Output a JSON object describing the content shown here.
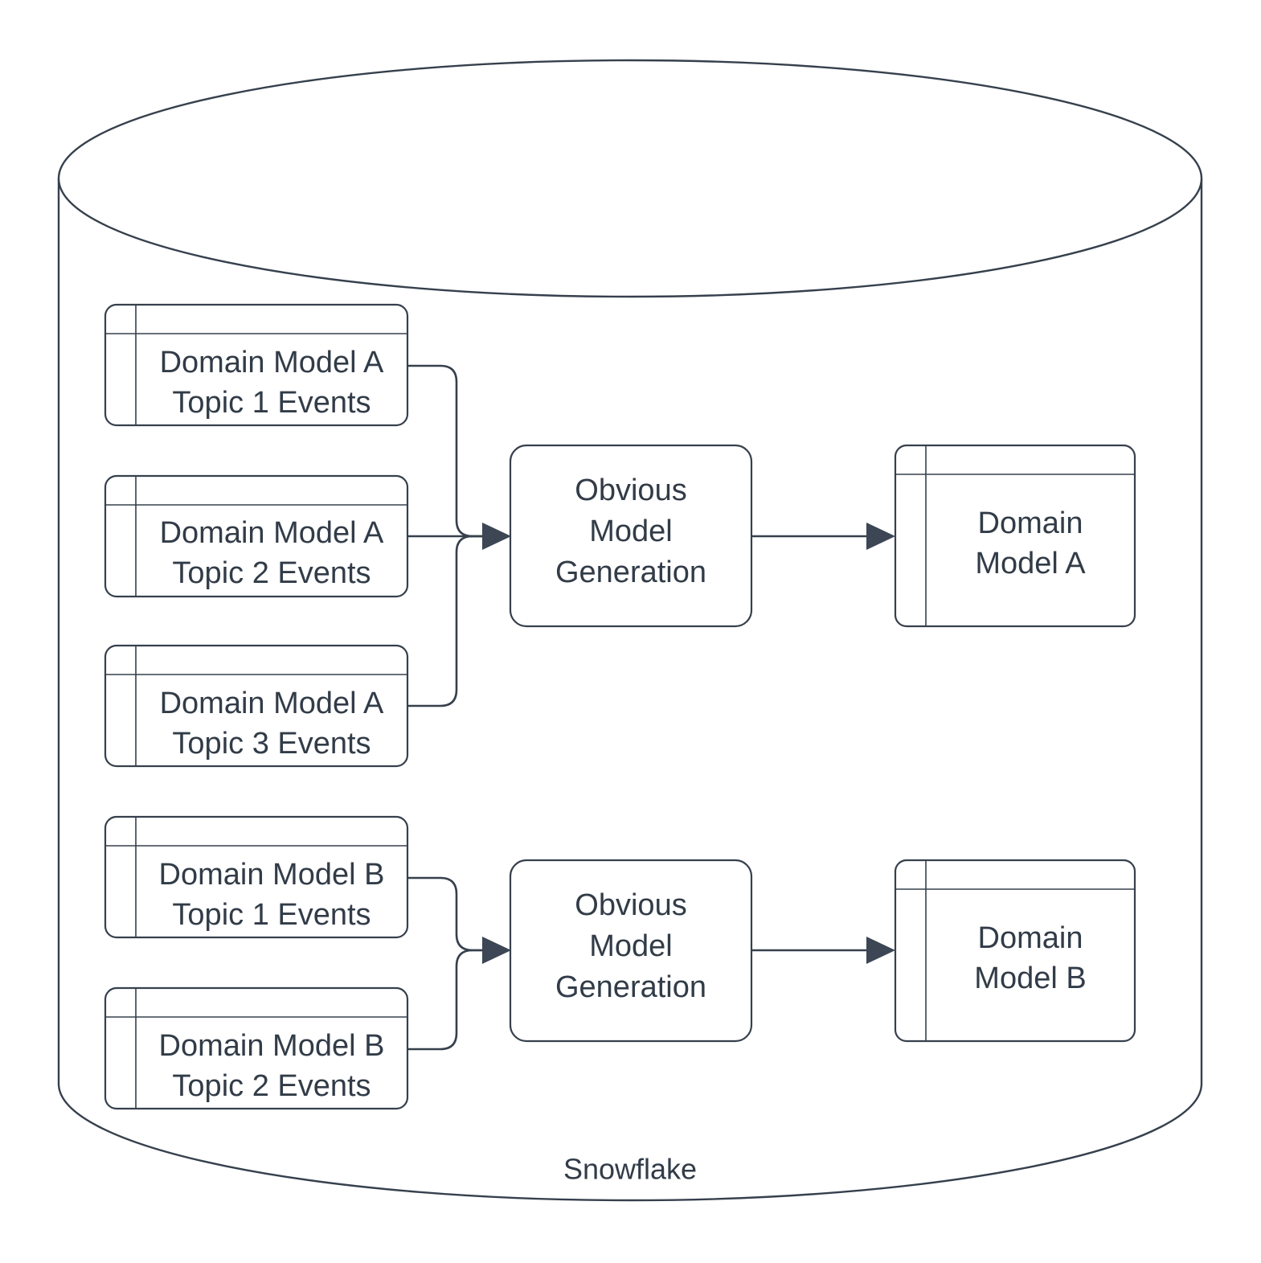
{
  "diagram": {
    "title": "Snowflake",
    "container": {
      "label": "Snowflake",
      "shape": "cylinder",
      "stroke_color": "#36404d",
      "fill_color": "#ffffff"
    },
    "text_color": "#323c48",
    "nodes": {
      "source_tables": [
        {
          "id": "a-topic-1",
          "line1": "Domain Model A",
          "line2": "Topic 1 Events",
          "shape": "table"
        },
        {
          "id": "a-topic-2",
          "line1": "Domain Model A",
          "line2": "Topic 2 Events",
          "shape": "table"
        },
        {
          "id": "a-topic-3",
          "line1": "Domain Model A",
          "line2": "Topic 3 Events",
          "shape": "table"
        },
        {
          "id": "b-topic-1",
          "line1": "Domain Model B",
          "line2": "Topic 1 Events",
          "shape": "table"
        },
        {
          "id": "b-topic-2",
          "line1": "Domain Model B",
          "line2": "Topic 2 Events",
          "shape": "table"
        }
      ],
      "processes": [
        {
          "id": "process-a",
          "line1": "Obvious",
          "line2": "Model",
          "line3": "Generation",
          "shape": "rounded-rect"
        },
        {
          "id": "process-b",
          "line1": "Obvious",
          "line2": "Model",
          "line3": "Generation",
          "shape": "rounded-rect"
        }
      ],
      "outputs": [
        {
          "id": "output-a",
          "line1": "Domain",
          "line2": "Model A",
          "shape": "table"
        },
        {
          "id": "output-b",
          "line1": "Domain",
          "line2": "Model B",
          "shape": "table"
        }
      ]
    },
    "edges": [
      {
        "from": "a-topic-1",
        "to": "process-a"
      },
      {
        "from": "a-topic-2",
        "to": "process-a"
      },
      {
        "from": "a-topic-3",
        "to": "process-a"
      },
      {
        "from": "process-a",
        "to": "output-a"
      },
      {
        "from": "b-topic-1",
        "to": "process-b"
      },
      {
        "from": "b-topic-2",
        "to": "process-b"
      },
      {
        "from": "process-b",
        "to": "output-b"
      }
    ]
  }
}
